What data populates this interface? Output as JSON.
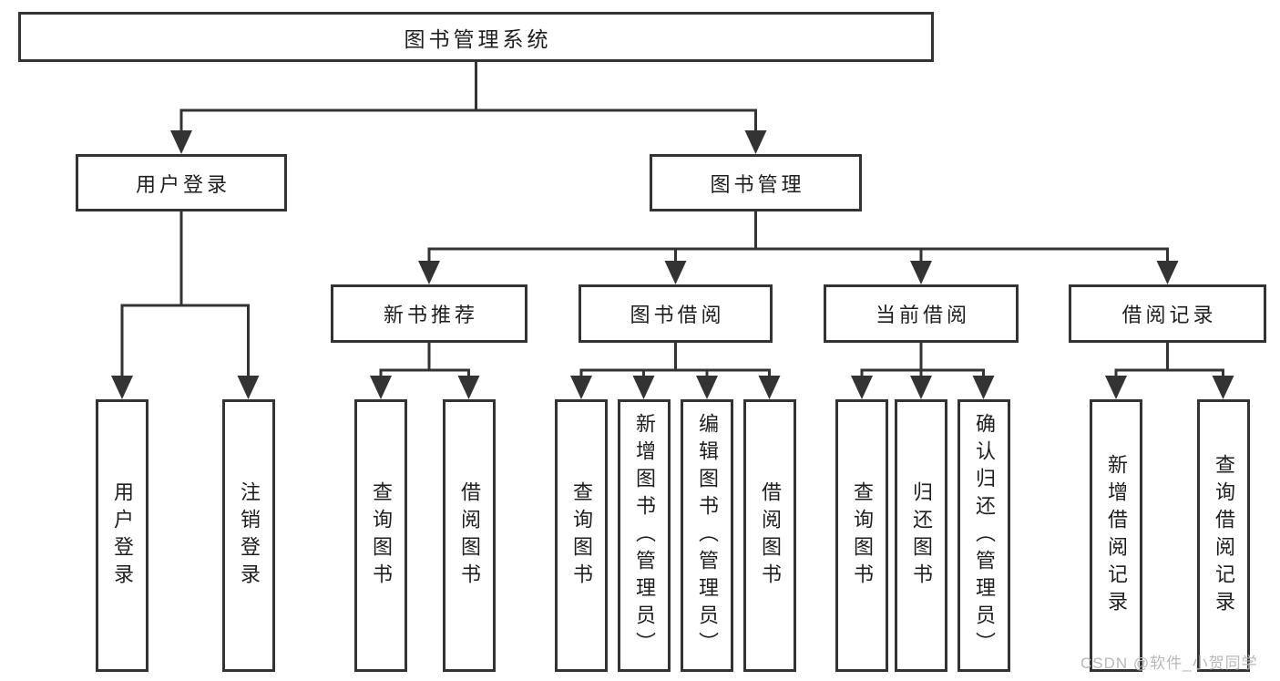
{
  "colors": {
    "line": "#333333",
    "border": "#333333",
    "text": "#1e1e1e",
    "background": "#ffffff",
    "watermark": "#b8b8b8"
  },
  "watermark": {
    "text": "CSDN @软件_小贺同学"
  },
  "tree": {
    "root": {
      "label": "图书管理系统"
    },
    "user_login": {
      "label": "用户登录",
      "children": [
        {
          "label": "用户登录"
        },
        {
          "label": "注销登录"
        }
      ]
    },
    "book_mgmt": {
      "label": "图书管理"
    },
    "new_books": {
      "label": "新书推荐",
      "children": [
        {
          "label": "查询图书"
        },
        {
          "label": "借阅图书"
        }
      ]
    },
    "book_borrow": {
      "label": "图书借阅",
      "children": [
        {
          "label": "查询图书"
        },
        {
          "label": "新增图书（管理员）"
        },
        {
          "label": "编辑图书（管理员）"
        },
        {
          "label": "借阅图书"
        }
      ]
    },
    "current_borrow": {
      "label": "当前借阅",
      "children": [
        {
          "label": "查询图书"
        },
        {
          "label": "归还图书"
        },
        {
          "label": "确认归还（管理员）"
        }
      ]
    },
    "borrow_records": {
      "label": "借阅记录",
      "children": [
        {
          "label": "新增借阅记录"
        },
        {
          "label": "查询借阅记录"
        }
      ]
    }
  }
}
